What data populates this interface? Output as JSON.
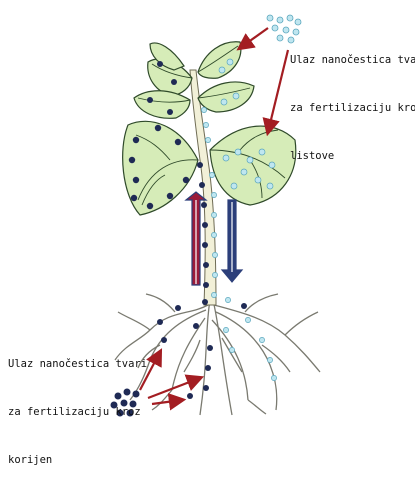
{
  "labels": {
    "leaves": [
      "Ulaz nanočestica tvari",
      "za fertilizaciju kroz",
      "listove"
    ],
    "roots": [
      "Ulaz nanočestica tvari",
      "za fertilizaciju kroz",
      "korijen"
    ]
  },
  "colors": {
    "leaf_fill": "#d6ecb8",
    "leaf_vein": "#2f4a2a",
    "stem_fill": "#f2f0d8",
    "root_line": "#7a7a70",
    "dark_particle": "#1f2a55",
    "light_particle": "#bfe6f0",
    "arrow_red": "#a31d22",
    "arrow_up_stripe": "#9b1b3a",
    "arrow_down_stripe": "#2c3f7a"
  },
  "icons": {
    "up_arrow": "xylem-flow-up-arrow-icon",
    "down_arrow": "phloem-flow-down-arrow-icon"
  }
}
